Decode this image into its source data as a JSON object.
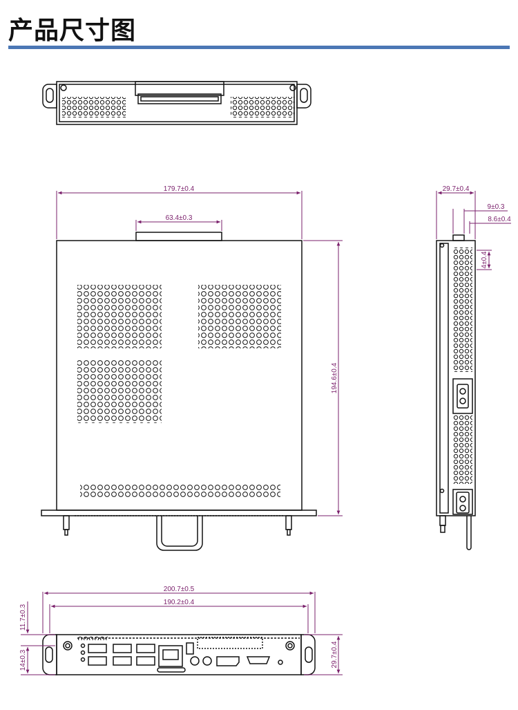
{
  "page": {
    "title": "产品尺寸图"
  },
  "colors": {
    "rule": "#4b77b5",
    "dimension": "#7a1f6b",
    "outline": "#111111"
  },
  "views": {
    "top": {
      "width": "179.7±0.4",
      "connector": "63.4±0.3",
      "depth": "194.6±0.4"
    },
    "side": {
      "thickness": "29.7±0.4",
      "offset_a": "9±0.3",
      "offset_b": "8.6±0.4",
      "rail": "4±0.4"
    },
    "front": {
      "overall_width": "200.7±0.5",
      "body_width": "190.2±0.4",
      "upper_offset": "11.7±0.3",
      "lower_offset": "14±0.3",
      "height": "29.7±0.4"
    }
  }
}
